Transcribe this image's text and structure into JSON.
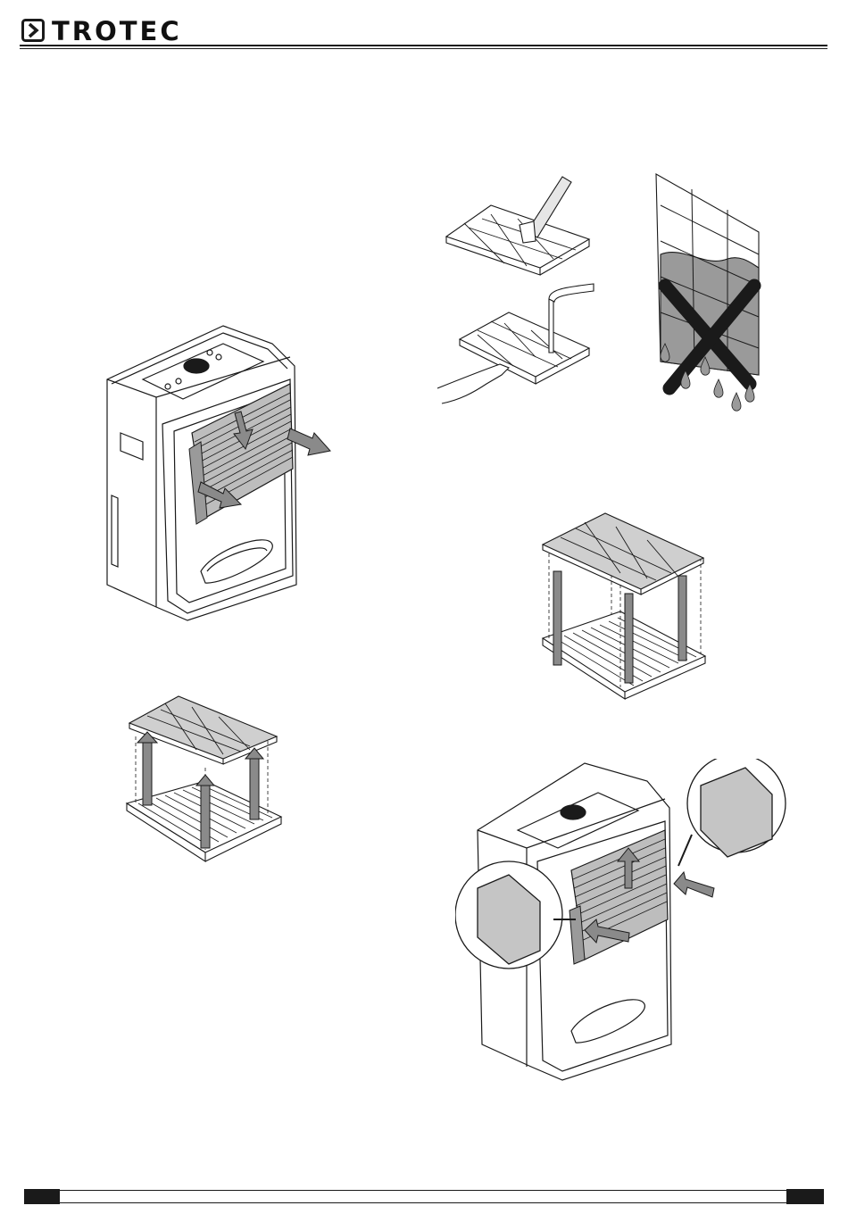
{
  "header": {
    "brand": "TROTEC",
    "logo_icon": "chevron-square-logo-icon"
  },
  "figures": [
    {
      "name": "remove-front-grille-figure",
      "icon": "dehumidifier-front-panel-icon"
    },
    {
      "name": "lift-filter-off-grille-figure",
      "icon": "filter-lift-icon"
    },
    {
      "name": "vacuum-and-rinse-filter-figure",
      "icon": "filter-cleaning-icon"
    },
    {
      "name": "do-not-wash-wet-filter-figure",
      "icon": "wet-filter-crossed-icon"
    },
    {
      "name": "place-filter-on-grille-figure",
      "icon": "filter-place-icon"
    },
    {
      "name": "reinsert-front-grille-figure",
      "icon": "dehumidifier-reinsert-grille-icon"
    }
  ],
  "colors": {
    "line": "#1a1a1a",
    "fill_gray": "#9a9a9a",
    "arrow_gray": "#8a8a8a",
    "filter_fill": "#cfcfcf"
  }
}
